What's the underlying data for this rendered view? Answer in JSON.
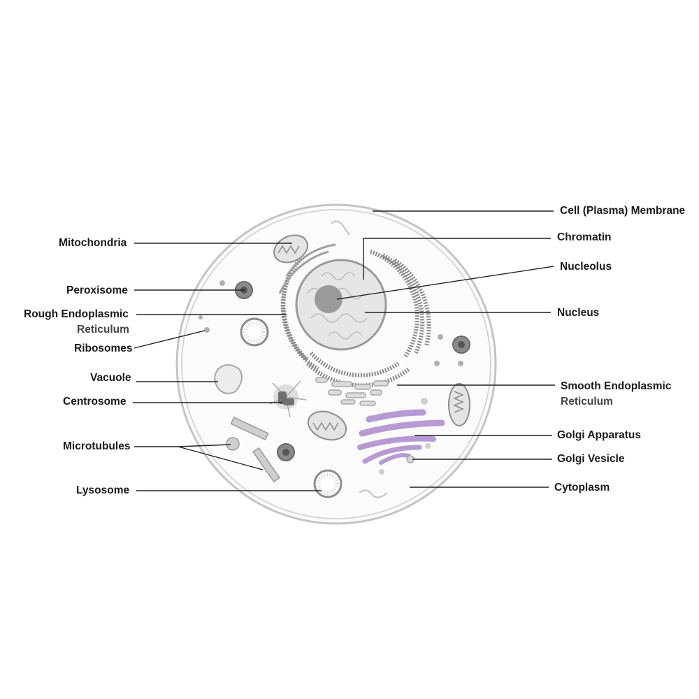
{
  "labels": {
    "membrane": "Cell (Plasma) Membrane",
    "chromatin": "Chromatin",
    "nucleolus": "Nucleolus",
    "nucleus": "Nucleus",
    "smooth_er_line1": "Smooth Endoplasmic",
    "smooth_er_line2": "Reticulum",
    "golgi_apparatus": "Golgi Apparatus",
    "golgi_vesicle": "Golgi Vesicle",
    "cytoplasm": "Cytoplasm",
    "mitochondria": "Mitochondria",
    "peroxisome": "Peroxisome",
    "rough_er_line1": "Rough Endoplasmic",
    "rough_er_line2": "Reticulum",
    "ribosomes": "Ribosomes",
    "vacuole": "Vacuole",
    "centrosome": "Centrosome",
    "microtubules": "Microtubules",
    "lysosome": "Lysosome"
  },
  "colors": {
    "outline": "#b5b5b5",
    "organelle_fill": "#e4e4e4",
    "organelle_dark": "#7a7a7a",
    "nucleus_fill": "#e6e6e6",
    "nucleolus_fill": "#9a9a9a",
    "golgi": "#b79ad3",
    "leader_line": "#222222"
  }
}
